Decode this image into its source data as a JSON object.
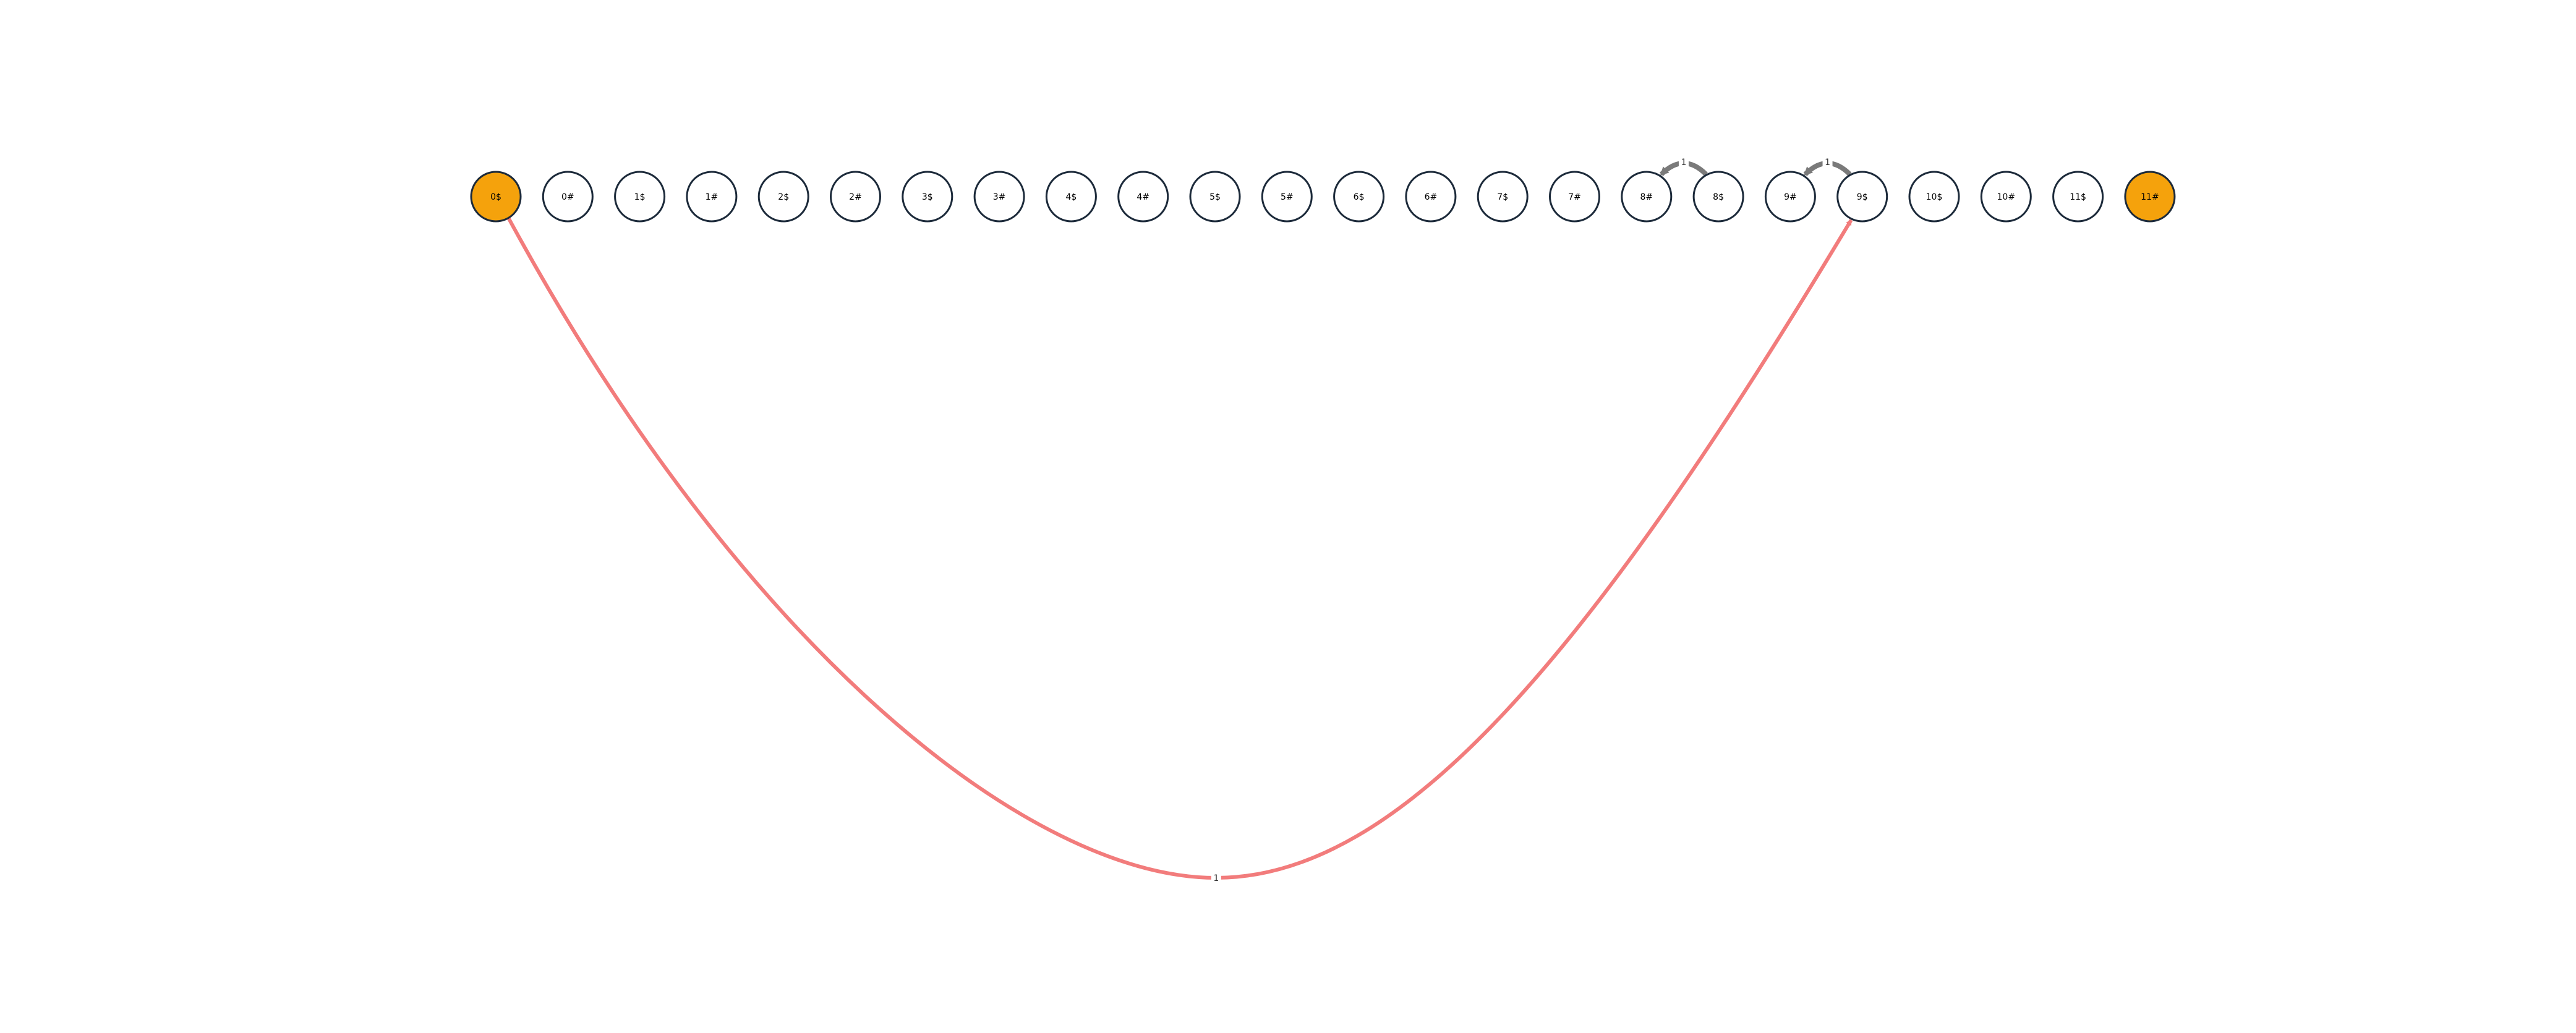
{
  "colors": {
    "node_fill": "#ffffff",
    "node_fill_highlight": "#f5a20c",
    "node_stroke": "#1c2a3a",
    "edge_highlight": "#f27c7c",
    "edge_normal": "#7a7a7a",
    "background": "#ffffff"
  },
  "nodes": [
    {
      "id": "0$",
      "label": "0$",
      "highlight": true
    },
    {
      "id": "0#",
      "label": "0#",
      "highlight": false
    },
    {
      "id": "1$",
      "label": "1$",
      "highlight": false
    },
    {
      "id": "1#",
      "label": "1#",
      "highlight": false
    },
    {
      "id": "2$",
      "label": "2$",
      "highlight": false
    },
    {
      "id": "2#",
      "label": "2#",
      "highlight": false
    },
    {
      "id": "3$",
      "label": "3$",
      "highlight": false
    },
    {
      "id": "3#",
      "label": "3#",
      "highlight": false
    },
    {
      "id": "4$",
      "label": "4$",
      "highlight": false
    },
    {
      "id": "4#",
      "label": "4#",
      "highlight": false
    },
    {
      "id": "5$",
      "label": "5$",
      "highlight": false
    },
    {
      "id": "5#",
      "label": "5#",
      "highlight": false
    },
    {
      "id": "6$",
      "label": "6$",
      "highlight": false
    },
    {
      "id": "6#",
      "label": "6#",
      "highlight": false
    },
    {
      "id": "7$",
      "label": "7$",
      "highlight": false
    },
    {
      "id": "7#",
      "label": "7#",
      "highlight": false
    },
    {
      "id": "8#",
      "label": "8#",
      "highlight": false
    },
    {
      "id": "8$",
      "label": "8$",
      "highlight": false
    },
    {
      "id": "9#",
      "label": "9#",
      "highlight": false
    },
    {
      "id": "9$",
      "label": "9$",
      "highlight": false
    },
    {
      "id": "10$",
      "label": "10$",
      "highlight": false
    },
    {
      "id": "10#",
      "label": "10#",
      "highlight": false
    },
    {
      "id": "11$",
      "label": "11$",
      "highlight": false
    },
    {
      "id": "11#",
      "label": "11#",
      "highlight": true
    }
  ],
  "edges": [
    {
      "from": "0$",
      "to": "9$",
      "label": "1",
      "style": "highlight"
    },
    {
      "from": "8$",
      "to": "8#",
      "label": "1",
      "style": "normal"
    },
    {
      "from": "9$",
      "to": "9#",
      "label": "1",
      "style": "normal"
    }
  ]
}
